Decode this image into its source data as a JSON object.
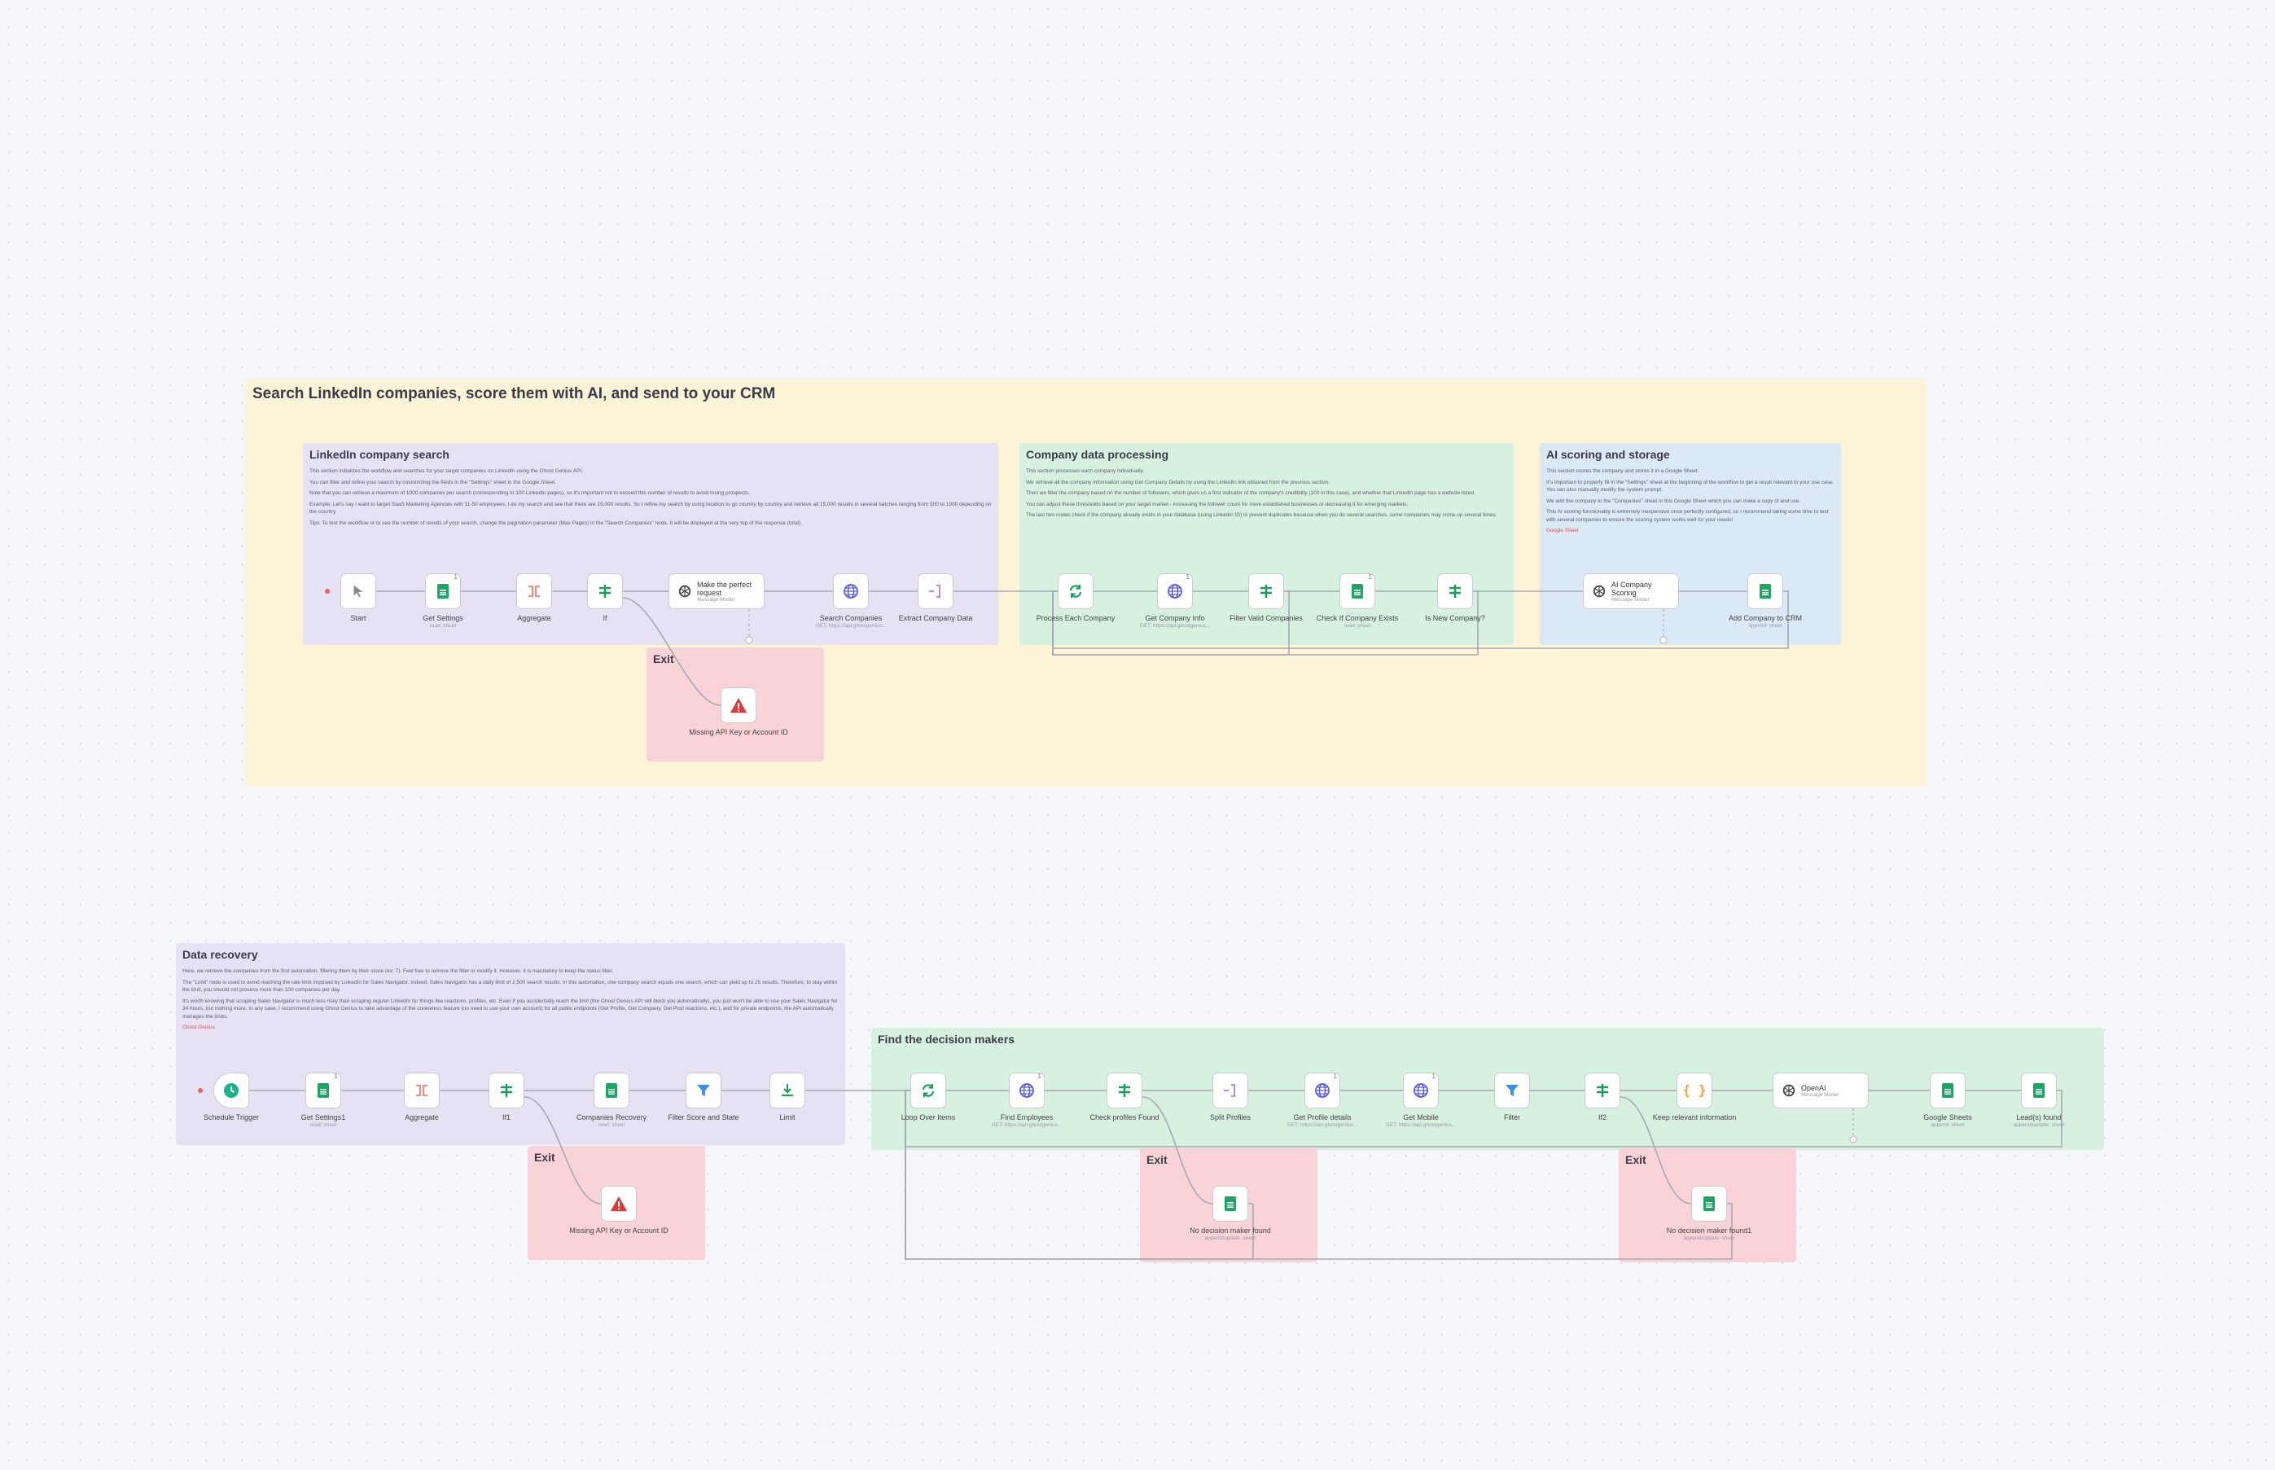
{
  "canvas": {
    "title": "Search LinkedIn companies, score them with AI, and send to your CRM"
  },
  "stickies": {
    "linkedin_search": {
      "title": "LinkedIn company search",
      "body": [
        "This section initializes the workflow and searches for your target companies on LinkedIn using the Ghost Genius API.",
        "You can filter and refine your search by customizing the fields in the \"Settings\" sheet in the Google Sheet.",
        "Note that you can retrieve a maximum of 1000 companies per search (corresponding to 100 LinkedIn pages), so it's important not to exceed this number of results to avoid losing prospects.",
        "Example: Let's say I want to target SaaS Marketing Agencies with 11-50 employees. I do my search and see that there are 15,000 results. So I refine my search by using location to go country by country and retrieve all 15,000 results in several batches ranging from 500 to 1000 depending on the country.",
        "Tips: To test the workflow or to see the number of results of your search, change the pagination parameter (Max Pages) in the \"Search Companies\" node. It will be displayed at the very top of the response (total)."
      ]
    },
    "company_processing": {
      "title": "Company data processing",
      "body": [
        "This section processes each company individually.",
        "We retrieve all the company information using Get Company Details by using the LinkedIn link obtained from the previous section.",
        "Then we filter the company based on the number of followers, which gives us a first indicator of the company's credibility (100 in this case), and whether that LinkedIn page has a website listed.",
        "You can adjust these thresholds based on your target market - increasing the follower count for more established businesses or decreasing it for emerging markets.",
        "The last two nodes check if the company already exists in your database (using LinkedIn ID) to prevent duplicates because when you do several searches, some companies may come up several times."
      ]
    },
    "ai_scoring": {
      "title": "AI scoring and storage",
      "body": [
        "This section scores the company and stores it in a Google Sheet.",
        "It's important to properly fill in the \"Settings\" sheet at the beginning of the workflow to get a result relevant to your use case. You can also manually modify the system prompt.",
        "We add the company to the \"Companies\" sheet in this Google Sheet which you can make a copy of and use.",
        "This AI scoring functionality is extremely inexpensive once perfectly configured, so I recommend taking some time to test with several companies to ensure the scoring system works well for your needs!"
      ],
      "link_text": "Google Sheet"
    },
    "exit_top": {
      "title": "Exit"
    },
    "data_recovery": {
      "title": "Data recovery",
      "body": [
        "Here, we retrieve the companies from the first automation, filtering them by their score (ex: 7). Feel free to remove the filter or modify it. However, it is mandatory to keep the status filter.",
        "The \"Limit\" node is used to avoid reaching the rate limit imposed by LinkedIn for Sales Navigator. Indeed, Sales Navigator has a daily limit of 2,500 search results. In this automation, one company search equals one search, which can yield up to 25 results. Therefore, to stay within the limit, you should not process more than 100 companies per day.",
        "It's worth knowing that scraping Sales Navigator is much less risky than scraping regular LinkedIn for things like reactions, profiles, etc. Even if you accidentally reach the limit (the Ghost Genius API will block you automatically), you just won't be able to use your Sales Navigator for 24 hours, but nothing more. In any case, I recommend using Ghost Genius to take advantage of the cookieless feature (no need to use your own account) for all public endpoints (Get Profile, Get Company, Get Post reactions, etc.), and for private endpoints, the API automatically manages the limits."
      ],
      "link_text": "Ghost Genius"
    },
    "exit_bottom_left": {
      "title": "Exit"
    },
    "decision_makers": {
      "title": "Find the decision makers"
    },
    "exit_bottom_mid": {
      "title": "Exit"
    },
    "exit_bottom_right": {
      "title": "Exit"
    }
  },
  "nodes": {
    "start": {
      "label": "Start",
      "sub": "",
      "icon": "cursor-icon",
      "color": "#888888"
    },
    "get_settings": {
      "label": "Get Settings",
      "sub": "read: sheet",
      "icon": "google-sheets-icon",
      "badge": "1"
    },
    "aggregate": {
      "label": "Aggregate",
      "sub": "",
      "icon": "aggregate-icon",
      "color": "#f08a7a"
    },
    "if": {
      "label": "If",
      "sub": "",
      "icon": "if-branch-icon",
      "color": "#1e9e5e"
    },
    "make_request": {
      "label": "Make the perfect request",
      "sub": "Message Model",
      "icon": "openai-icon"
    },
    "search_companies": {
      "label": "Search Companies",
      "sub": "GET: https://api.ghostgenius...",
      "icon": "http-globe-icon",
      "color": "#5a5fd9"
    },
    "extract_company": {
      "label": "Extract Company Data",
      "sub": "",
      "icon": "split-out-icon",
      "color": "#b58ce0"
    },
    "missing_api_top": {
      "label": "Missing API Key or Account ID",
      "sub": "",
      "icon": "warning-icon",
      "color": "#d93a3a"
    },
    "process_each": {
      "label": "Process Each Company",
      "sub": "",
      "icon": "loop-icon",
      "color": "#1e9e5e"
    },
    "get_company_info": {
      "label": "Get Company Info",
      "sub": "GET: https://api.ghostgenius...",
      "icon": "http-globe-icon",
      "color": "#5a5fd9",
      "badge": "1"
    },
    "filter_valid": {
      "label": "Filter Valid Companies",
      "sub": "",
      "icon": "filter-branch-icon",
      "color": "#1e9e5e"
    },
    "check_exists": {
      "label": "Check If Company Exists",
      "sub": "read: sheet",
      "icon": "google-sheets-icon",
      "badge": "1"
    },
    "is_new": {
      "label": "Is New Company?",
      "sub": "",
      "icon": "if-branch-icon",
      "color": "#1e9e5e"
    },
    "ai_scoring_node": {
      "label": "AI Company Scoring",
      "sub": "Message Model",
      "icon": "openai-icon"
    },
    "add_to_crm": {
      "label": "Add Company to CRM",
      "sub": "append: sheet",
      "icon": "google-sheets-icon"
    },
    "schedule": {
      "label": "Schedule Trigger",
      "sub": "",
      "icon": "clock-icon",
      "color": "#1ab38a"
    },
    "get_settings2": {
      "label": "Get Settings1",
      "sub": "read: sheet",
      "icon": "google-sheets-icon",
      "badge": "1"
    },
    "aggregate2": {
      "label": "Aggregate",
      "sub": "",
      "icon": "aggregate-icon",
      "color": "#f08a7a"
    },
    "if1": {
      "label": "If1",
      "sub": "",
      "icon": "if-branch-icon",
      "color": "#1e9e5e"
    },
    "companies_recovery": {
      "label": "Companies Recovery",
      "sub": "read: sheet",
      "icon": "google-sheets-icon"
    },
    "filter_score": {
      "label": "Filter Score and State",
      "sub": "",
      "icon": "funnel-icon",
      "color": "#3c8fe6"
    },
    "limit": {
      "label": "Limit",
      "sub": "",
      "icon": "limit-icon",
      "color": "#1e9e5e"
    },
    "missing_api_bottom": {
      "label": "Missing API Key or Account ID",
      "sub": "",
      "icon": "warning-icon",
      "color": "#d93a3a"
    },
    "loop_over": {
      "label": "Loop Over Items",
      "sub": "",
      "icon": "loop-icon",
      "color": "#1e9e5e"
    },
    "find_employees": {
      "label": "Find Employees",
      "sub": "GET: https://api.ghostgenius...",
      "icon": "http-globe-icon",
      "color": "#5a5fd9",
      "badge": "1"
    },
    "check_profiles": {
      "label": "Check profiles Found",
      "sub": "",
      "icon": "if-branch-icon",
      "color": "#1e9e5e"
    },
    "split_profiles": {
      "label": "Split Profiles",
      "sub": "",
      "icon": "split-out-icon",
      "color": "#b58ce0"
    },
    "get_profile": {
      "label": "Get Profile details",
      "sub": "GET: https://api.ghostgenius...",
      "icon": "http-globe-icon",
      "color": "#5a5fd9",
      "badge": "1"
    },
    "get_mobile": {
      "label": "Get Mobile",
      "sub": "GET: https://api.ghostgenius...",
      "icon": "http-globe-icon",
      "color": "#5a5fd9",
      "badge": "1"
    },
    "filter": {
      "label": "Filter",
      "sub": "",
      "icon": "funnel-icon",
      "color": "#3c8fe6"
    },
    "if2": {
      "label": "If2",
      "sub": "",
      "icon": "if-branch-icon",
      "color": "#1e9e5e"
    },
    "keep_relevant": {
      "label": "Keep relevant information",
      "sub": "",
      "icon": "code-braces-icon",
      "color": "#e6a23c"
    },
    "openai": {
      "label": "OpenAI",
      "sub": "Message Model",
      "icon": "openai-icon"
    },
    "google_sheets": {
      "label": "Google Sheets",
      "sub": "append: sheet",
      "icon": "google-sheets-icon"
    },
    "leads_found": {
      "label": "Lead(s) found",
      "sub": "append/update: sheet",
      "icon": "google-sheets-icon"
    },
    "no_dm_found": {
      "label": "No decision maker found",
      "sub": "append/update: sheet",
      "icon": "google-sheets-icon"
    },
    "no_dm_found2": {
      "label": "No decision maker found1",
      "sub": "append/update: sheet",
      "icon": "google-sheets-icon"
    }
  }
}
